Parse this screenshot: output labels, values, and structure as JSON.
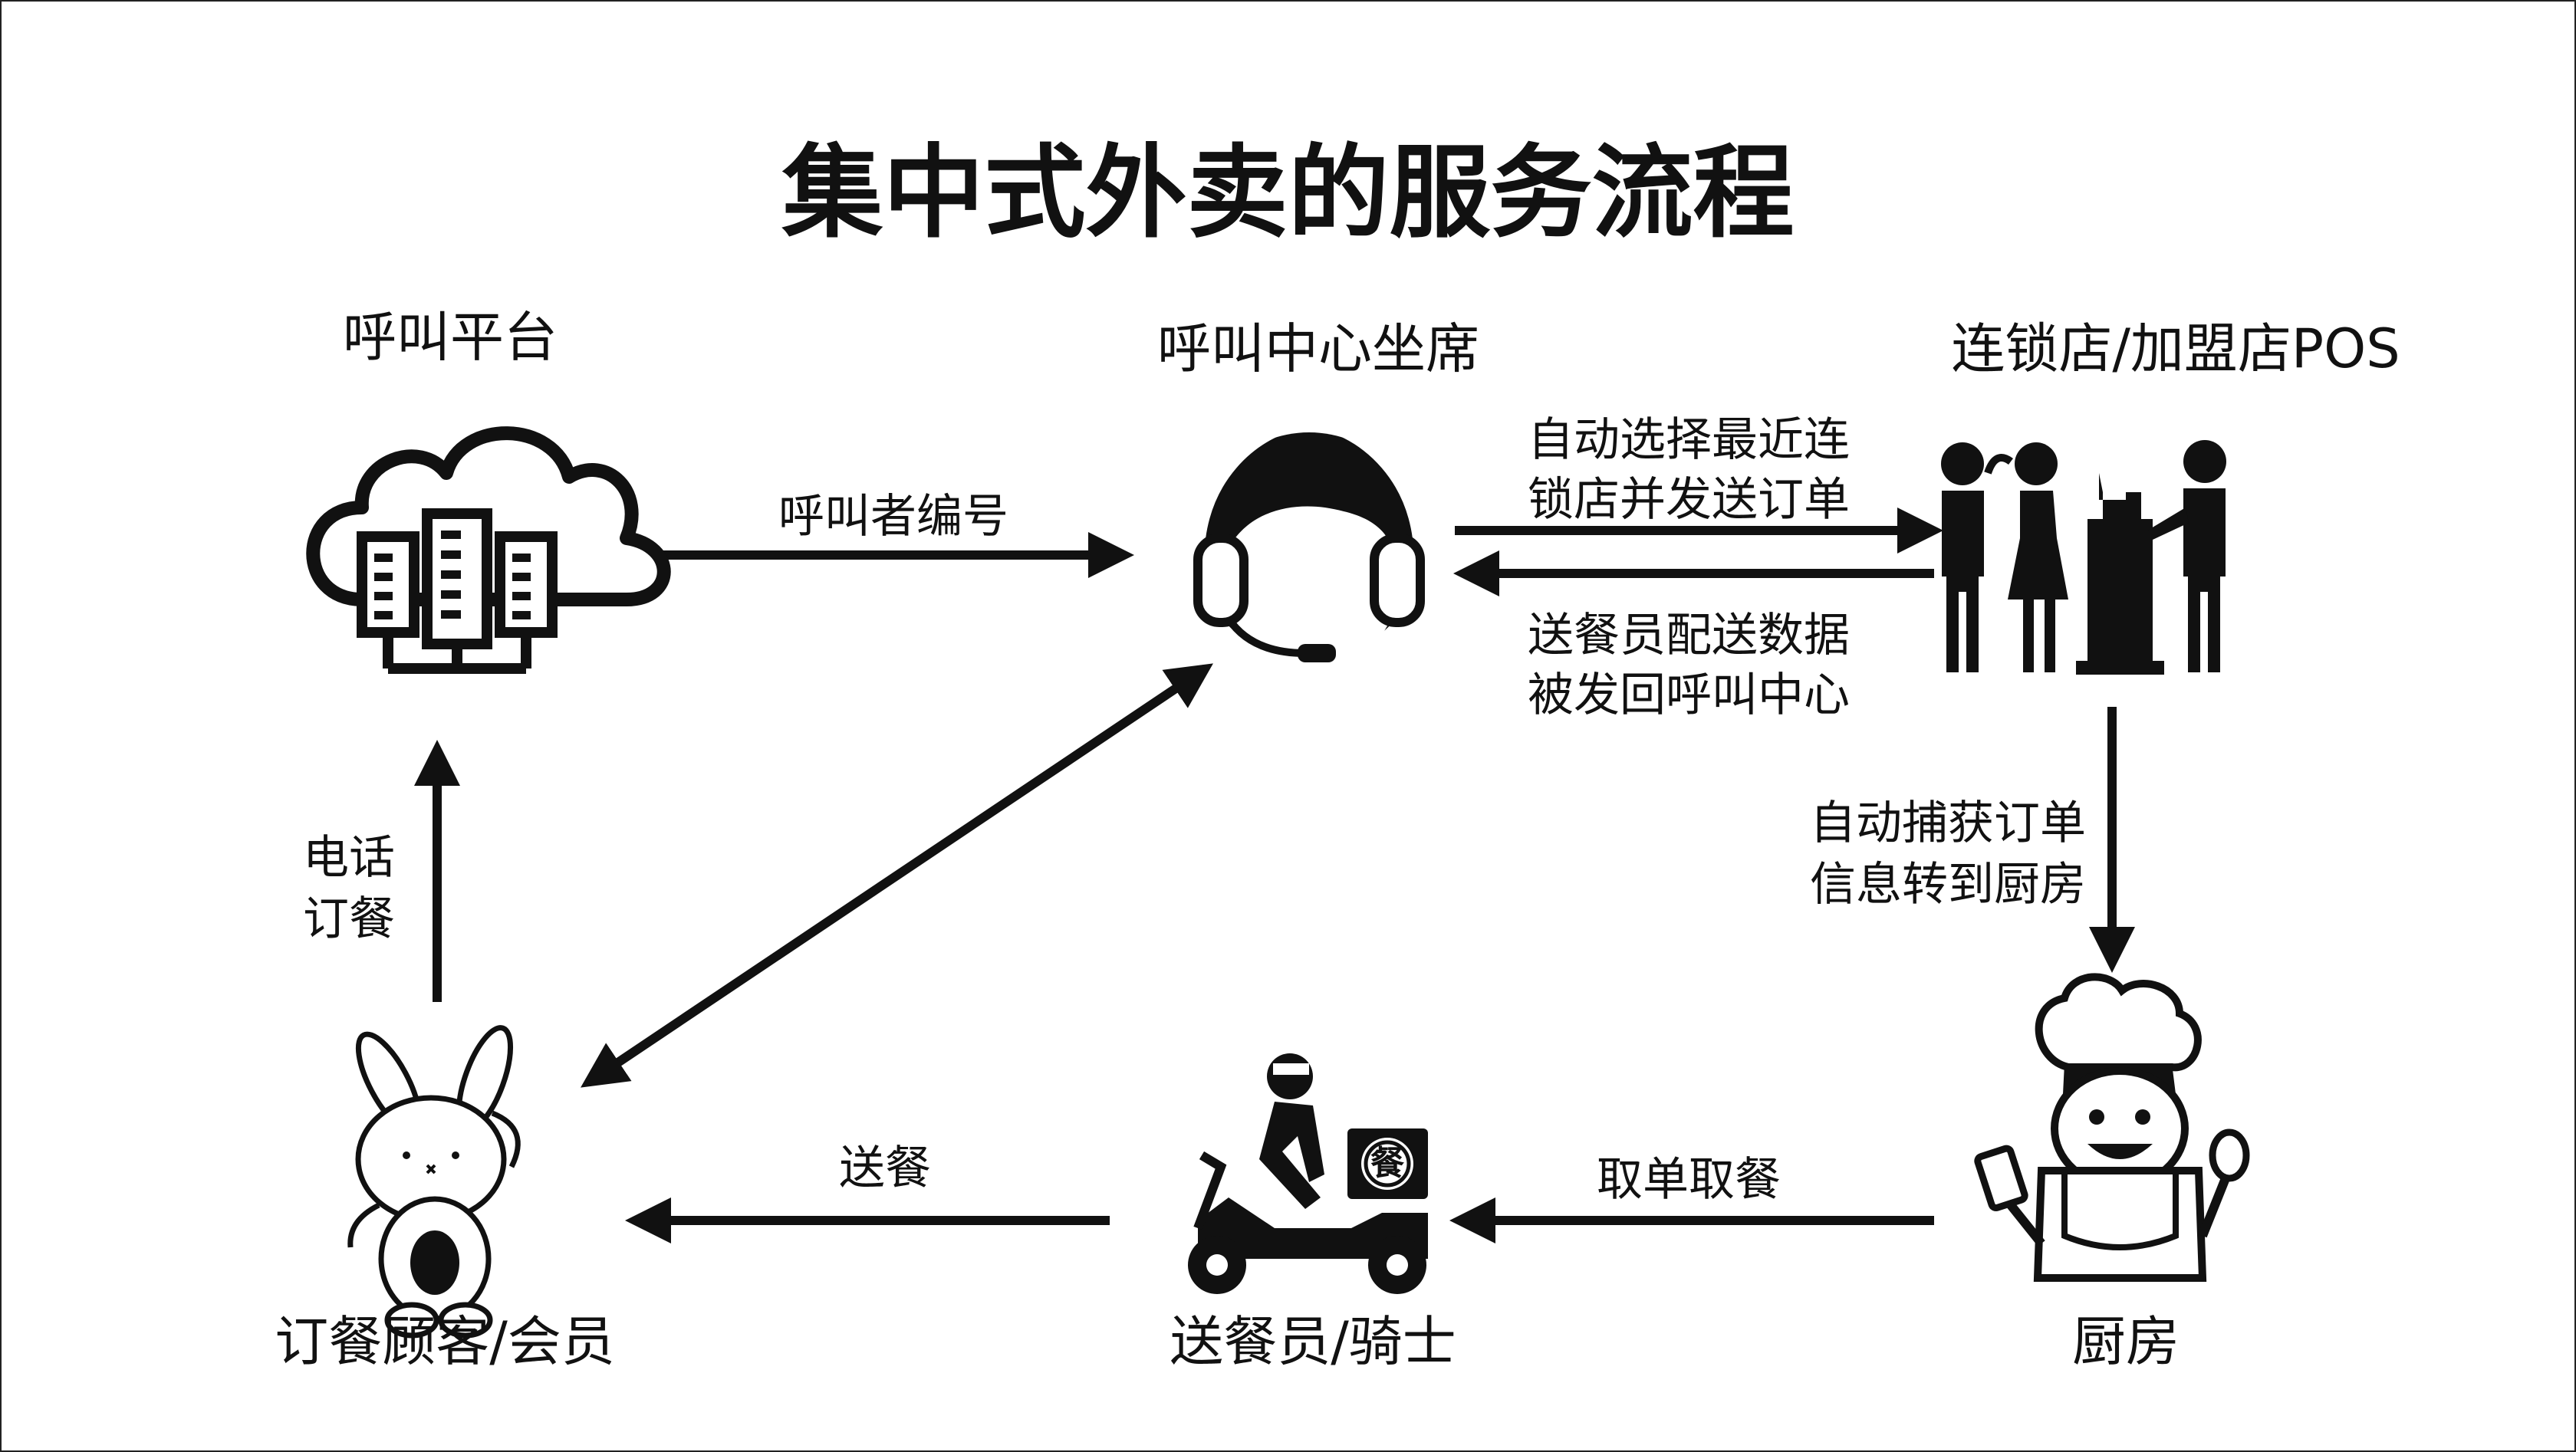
{
  "title": "集中式外卖的服务流程",
  "nodes": {
    "platform": "呼叫平台",
    "callcenter": "呼叫中心坐席",
    "store": "连锁店/加盟店POS",
    "kitchen": "厨房",
    "rider": "送餐员/骑士",
    "customer": "订餐顾客/会员"
  },
  "edges": {
    "caller_id": "呼叫者编号",
    "select_store_1": "自动选择最近连",
    "select_store_2": "锁店并发送订单",
    "delivery_data_1": "送餐员配送数据",
    "delivery_data_2": "被发回呼叫中心",
    "capture_order_1": "自动捕获订单",
    "capture_order_2": "信息转到厨房",
    "pickup": "取单取餐",
    "deliver": "送餐",
    "phone_order_1": "电话",
    "phone_order_2": "订餐"
  },
  "box_glyph": "餐",
  "colors": {
    "ink": "#111111",
    "background": "#ffffff"
  }
}
